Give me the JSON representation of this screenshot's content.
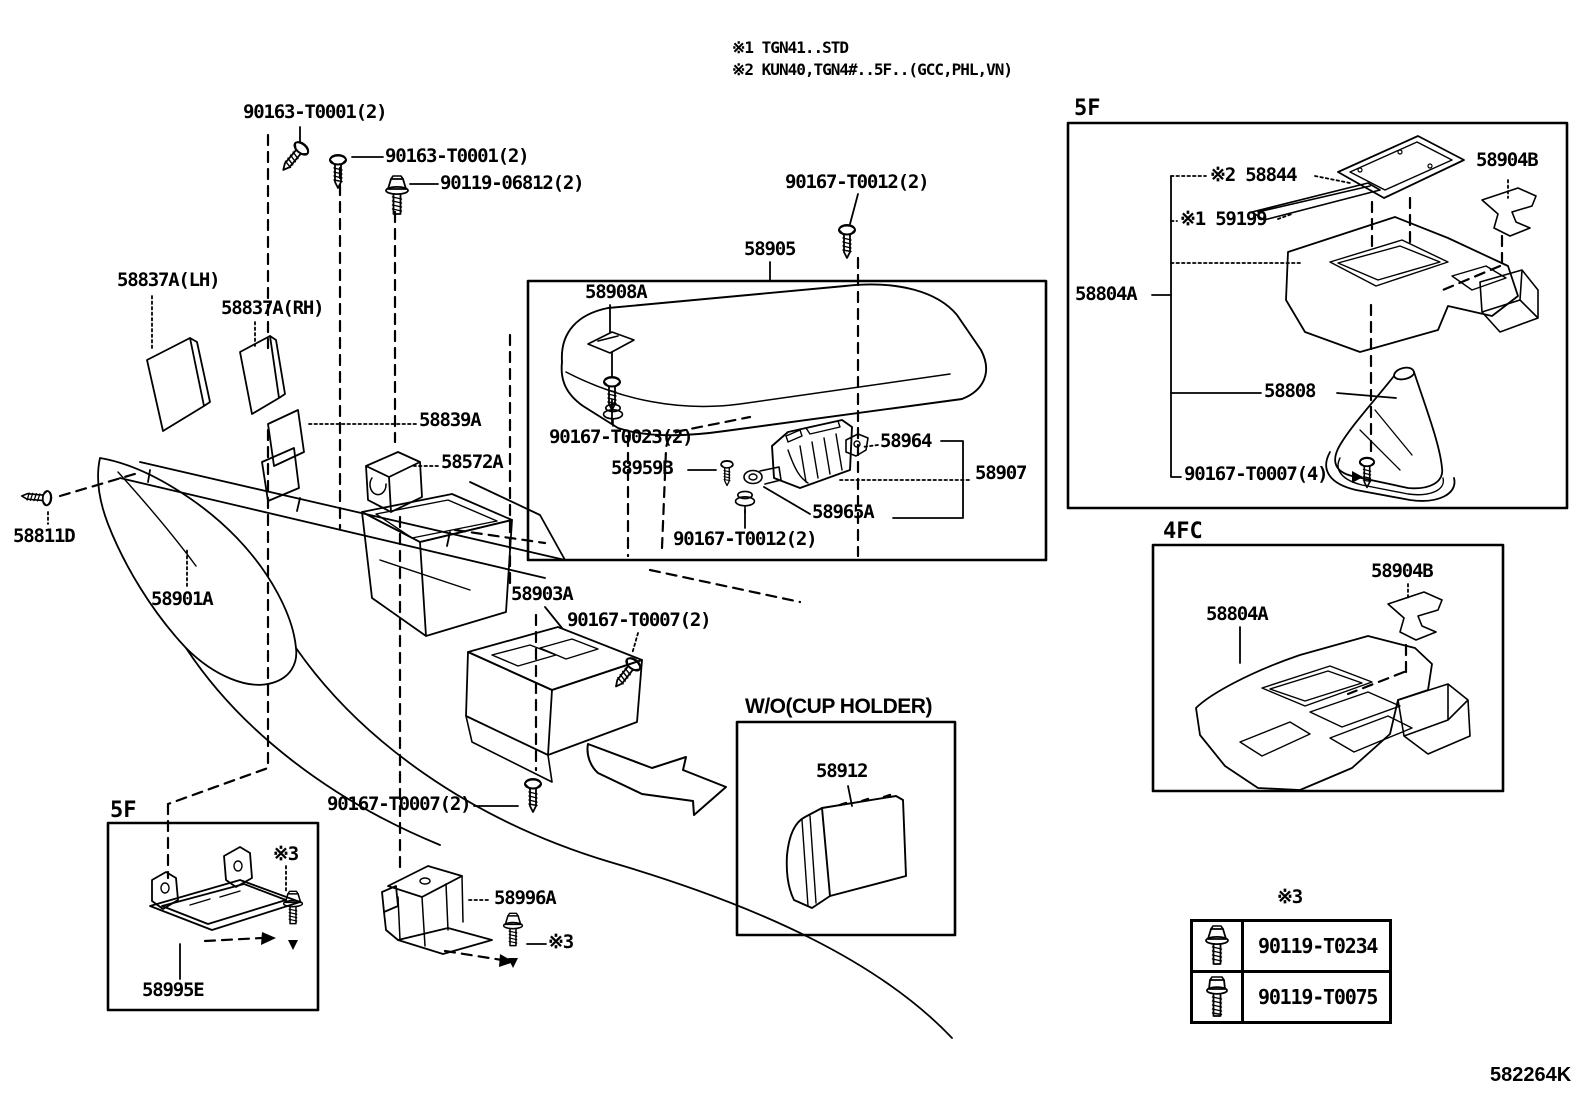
{
  "header": {
    "notes": [
      "※1 TGN41..STD",
      "※2 KUN40,TGN4#..5F..(GCC,PHL,VN)"
    ]
  },
  "labels": {
    "screw_90163_1": "90163-T0001(2)",
    "screw_90163_2": "90163-T0001(2)",
    "bolt_90119_06812": "90119-06812(2)",
    "screw_90167_t0012_top": "90167-T0012(2)",
    "p58905": "58905",
    "p58908a": "58908A",
    "p58837a_lh": "58837A(LH)",
    "p58837a_rh": "58837A(RH)",
    "p58839a": "58839A",
    "p58572a": "58572A",
    "screw_90167_t0023": "90167-T0023(2)",
    "p58959b": "58959B",
    "p58964": "58964",
    "p58907": "58907",
    "p58965a": "58965A",
    "screw_90167_t0012_mid": "90167-T0012(2)",
    "p58811d": "58811D",
    "p58901a": "58901A",
    "p58903a": "58903A",
    "screw_90167_t0007_a": "90167-T0007(2)",
    "screw_90167_t0007_b": "90167-T0007(2)",
    "p58996a": "58996A",
    "p58995e": "58995E",
    "p58912": "58912",
    "star3": "※3",
    "p58844": "※2 58844",
    "p59199": "※1 59199",
    "p58904b": "58904B",
    "p58804a": "58804A",
    "p58808": "58808",
    "screw_90167_t0007_4": "90167-T0007(4)"
  },
  "boxes": {
    "five_speed": "5F",
    "four_speed": "4FC",
    "cup_holder_title": "W/O(CUP HOLDER)"
  },
  "table": {
    "title": "※3",
    "rows": [
      {
        "part_no": "90119-T0234"
      },
      {
        "part_no": "90119-T0075"
      }
    ]
  },
  "footer": {
    "figure_code": "582264K"
  }
}
